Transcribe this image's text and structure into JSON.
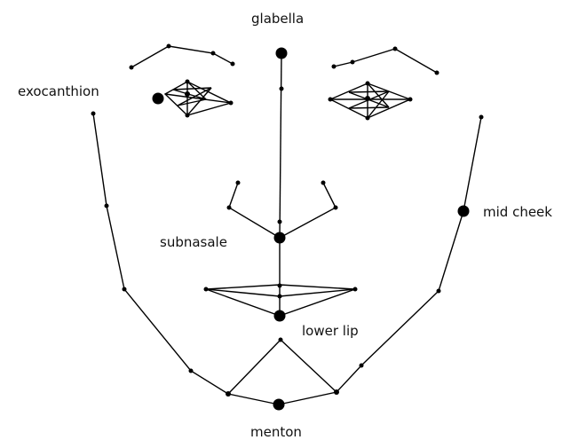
{
  "diagram": {
    "labels": {
      "glabella": "glabella",
      "exocanthion": "exocanthion",
      "mid_cheek": "mid cheek",
      "subnasale": "subnasale",
      "lower_lip": "lower lip",
      "menton": "menton"
    },
    "colors": {
      "line": "#000000",
      "text": "#111111",
      "background": "#ffffff"
    }
  }
}
